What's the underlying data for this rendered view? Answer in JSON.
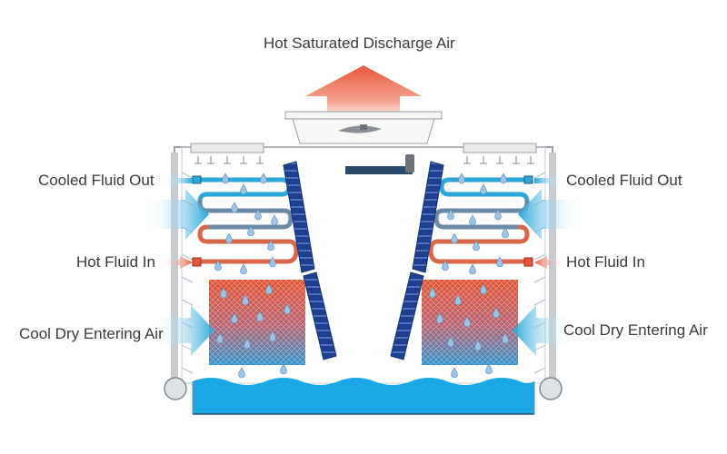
{
  "labels": {
    "discharge_air": "Hot Saturated Discharge Air",
    "cooled_fluid_out_left": "Cooled Fluid Out",
    "cooled_fluid_out_right": "Cooled Fluid Out",
    "hot_fluid_in_left": "Hot Fluid In",
    "hot_fluid_in_right": "Hot Fluid In",
    "cool_air_left": "Cool Dry Entering Air",
    "cool_air_right": "Cool Dry Entering Air"
  },
  "colors": {
    "hot": "#e8543a",
    "cool": "#2aa6d9",
    "water": "#1aa7e6",
    "panel_blue": "#1e3f8f",
    "pipe_gray": "#7f8a93"
  },
  "icons": {
    "fan": "fan-icon",
    "droplet": "water-droplet-icon",
    "motor": "motor-icon"
  }
}
